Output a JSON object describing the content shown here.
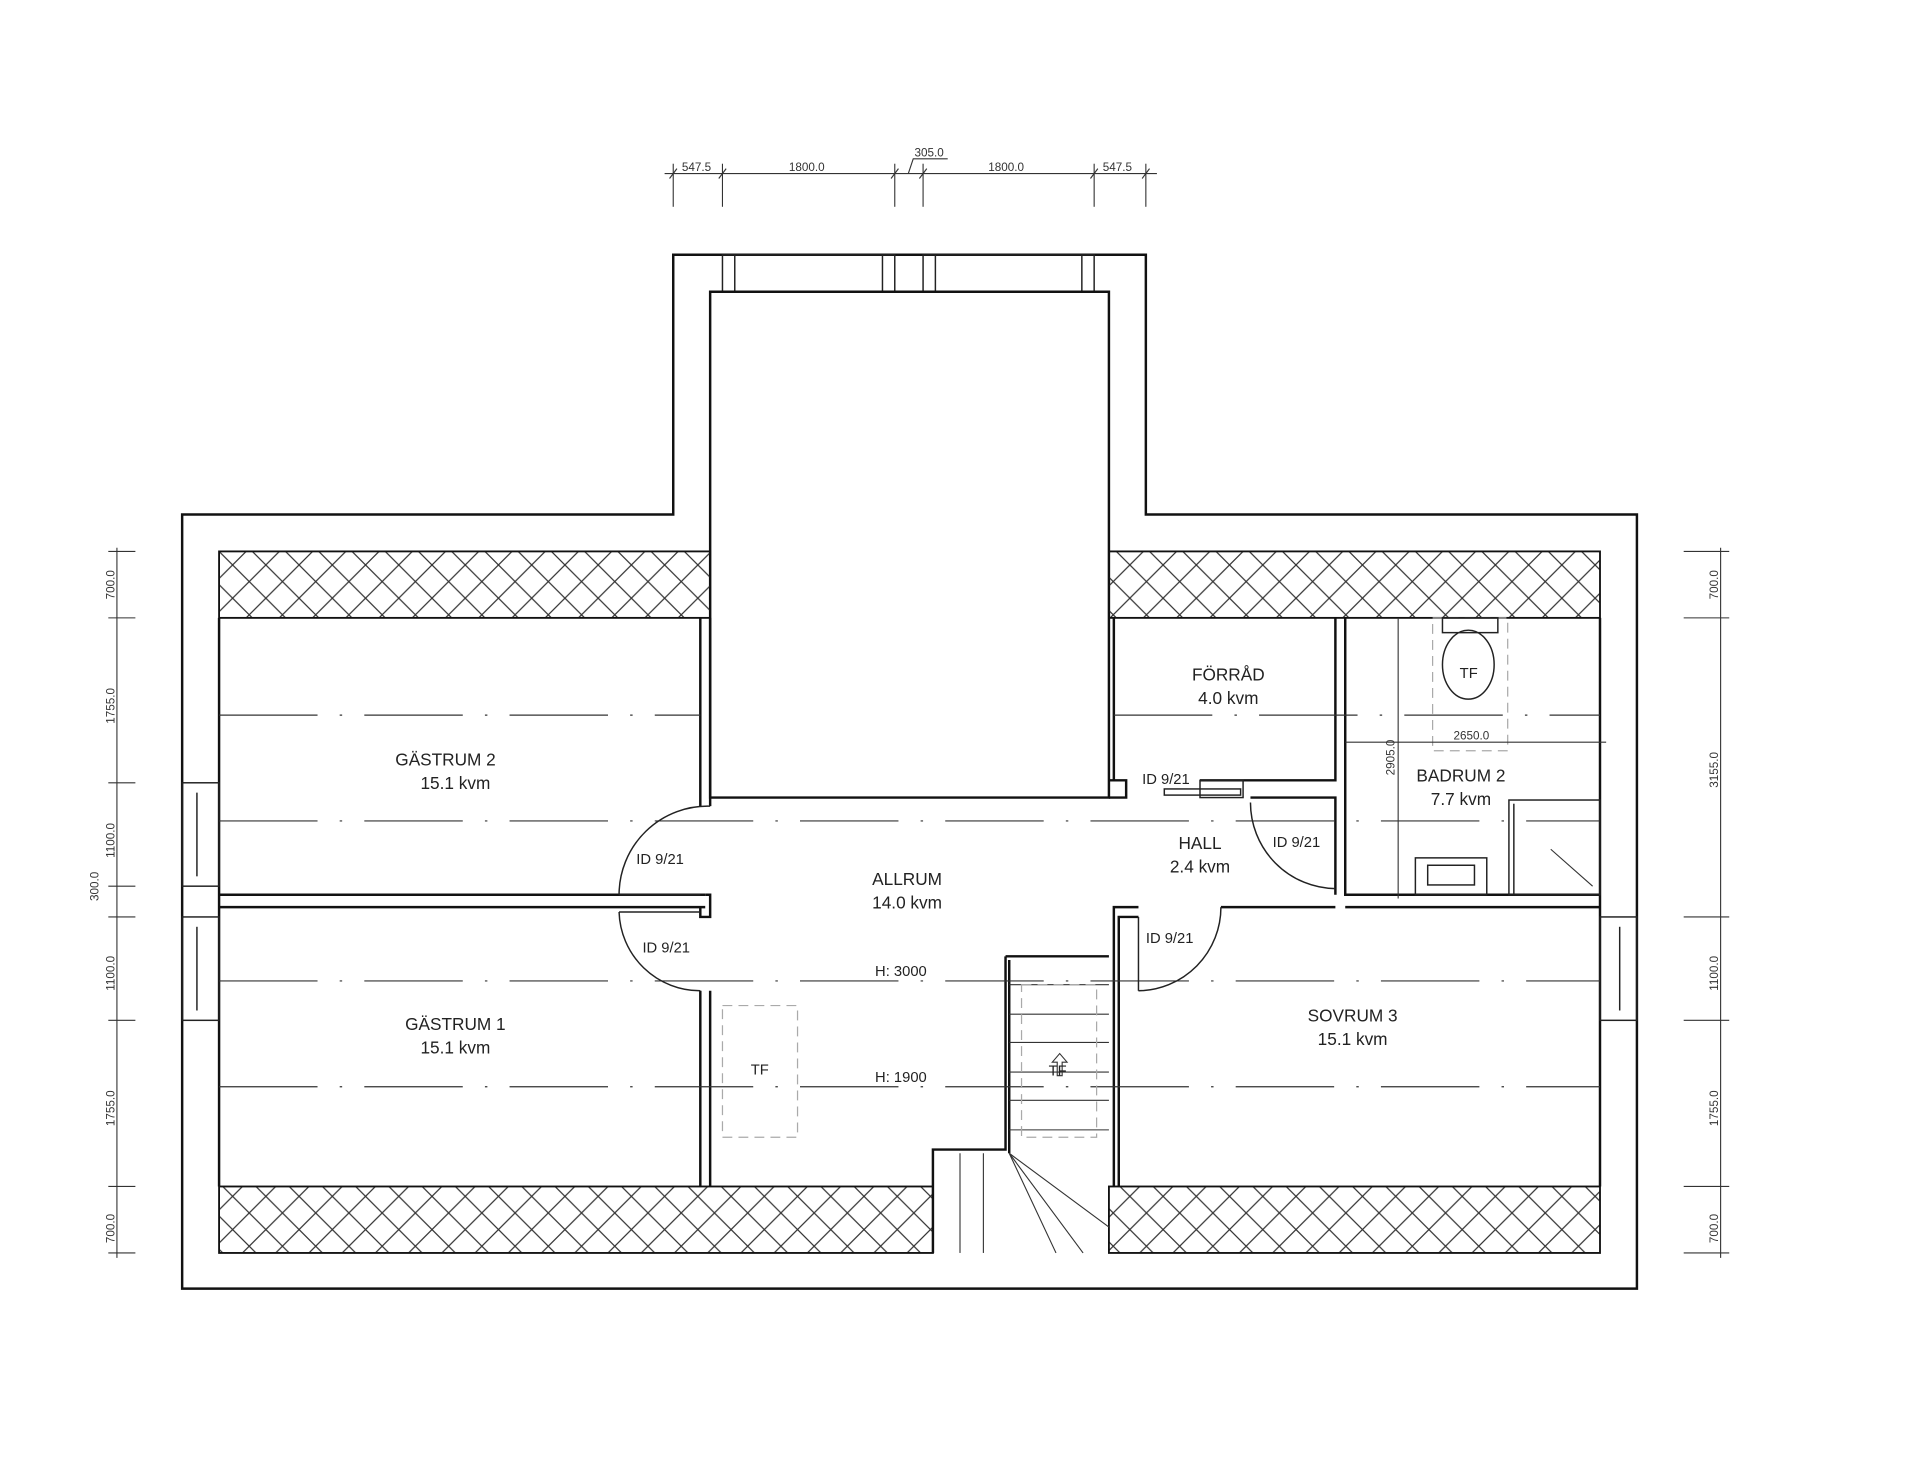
{
  "drawing": {
    "type": "floor plan (attic / övervåning)",
    "rooms": [
      {
        "id": "gastrum2",
        "name": "GÄSTRUM 2",
        "area": "15.1 kvm"
      },
      {
        "id": "gastrum1",
        "name": "GÄSTRUM 1",
        "area": "15.1 kvm"
      },
      {
        "id": "allrum",
        "name": "ALLRUM",
        "area": "14.0 kvm"
      },
      {
        "id": "forrad",
        "name": "FÖRRÅD",
        "area": "4.0 kvm"
      },
      {
        "id": "hall",
        "name": "HALL",
        "area": "2.4 kvm"
      },
      {
        "id": "badrum2",
        "name": "BADRUM 2",
        "area": "7.7 kvm"
      },
      {
        "id": "sovrum3",
        "name": "SOVRUM 3",
        "area": "15.1 kvm"
      }
    ],
    "doors": [
      "ID 9/21",
      "ID 9/21",
      "ID 9/21",
      "ID 9/21",
      "ID 9/21"
    ],
    "heights": {
      "h1": "H: 3000",
      "h2": "H: 1900"
    },
    "tf": "TF",
    "dims_top": [
      "547.5",
      "1800.0",
      "305.0",
      "1800.0",
      "547.5"
    ],
    "dims_left": [
      "700.0",
      "1755.0",
      "1100.0",
      "300.0",
      "1100.0",
      "1755.0",
      "700.0"
    ],
    "dims_right": [
      "700.0",
      "3155.0",
      "1100.0",
      "1755.0",
      "700.0"
    ],
    "dims_bath": {
      "width": "2650.0",
      "depth": "2905.0"
    }
  }
}
